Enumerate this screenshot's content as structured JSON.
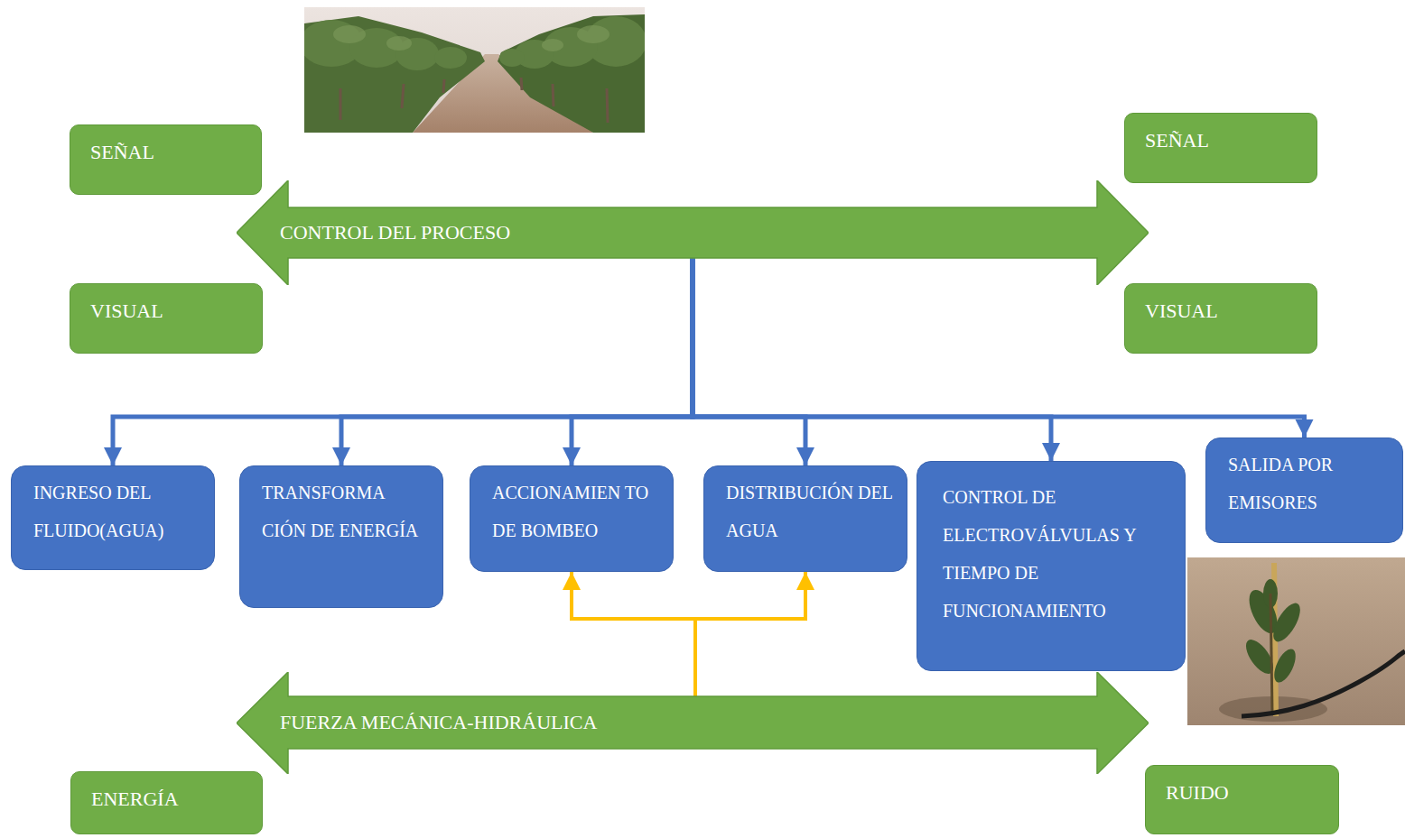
{
  "diagram": {
    "nodes": [
      {
        "text": [
          "SEÑAL"
        ]
      },
      {
        "text": [
          "SEÑAL"
        ]
      },
      {
        "text": [
          "CONTROL DEL PROCESO"
        ]
      },
      {
        "text": [
          "VISUAL"
        ]
      },
      {
        "text": [
          "VISUAL"
        ]
      },
      {
        "text": [
          "INGRESO DEL FLUIDO(AGUA)"
        ]
      },
      {
        "text": [
          "TRANSFORMA CIÓN DE ENERGÍA"
        ]
      },
      {
        "text": [
          "ACCIONAMIEN TO DE BOMBEO"
        ]
      },
      {
        "text": [
          "DISTRIBUCIÓN DEL AGUA"
        ]
      },
      {
        "text": [
          "CONTROL DE ELECTROVÁLVULAS Y TIEMPO DE FUNCIONAMIENTO"
        ]
      },
      {
        "text": [
          "SALIDA POR EMISORES"
        ]
      },
      {
        "text": [
          "FUERZA MECÁNICA-HIDRÁULICA"
        ]
      },
      {
        "text": [
          "ENERGÍA"
        ]
      },
      {
        "text": [
          "RUIDO"
        ]
      }
    ],
    "edges": [
      {
        "from": 2,
        "to": 5,
        "arrow": "to"
      },
      {
        "from": 2,
        "to": 6,
        "arrow": "to"
      },
      {
        "from": 2,
        "to": 7,
        "arrow": "to"
      },
      {
        "from": 2,
        "to": 8,
        "arrow": "to"
      },
      {
        "from": 2,
        "to": 9,
        "arrow": "to"
      },
      {
        "from": 2,
        "to": 10,
        "arrow": "to"
      },
      {
        "from": 11,
        "to": 7,
        "arrow": "to"
      },
      {
        "from": 11,
        "to": 8,
        "arrow": "to"
      }
    ]
  }
}
